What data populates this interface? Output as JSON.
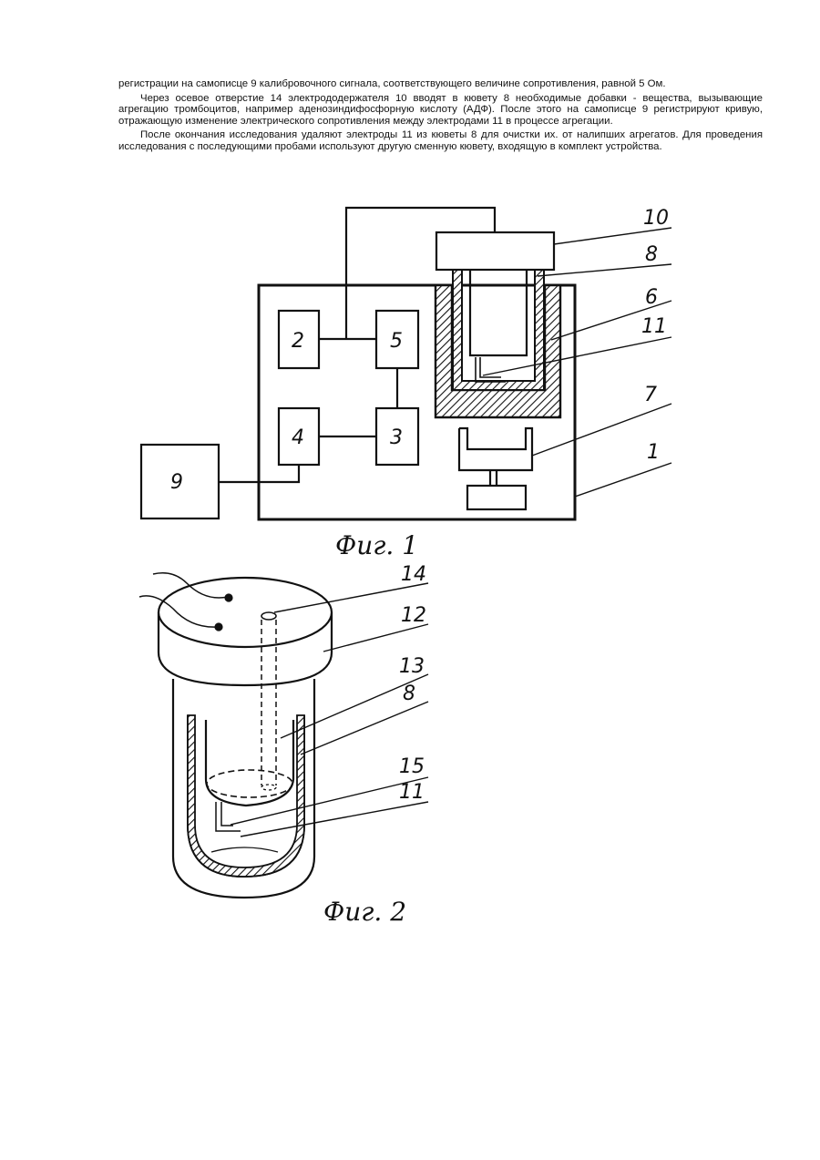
{
  "text": {
    "p1": "регистрации на самописце 9 калибровочного сигнала, соответствующего величине сопротивления, равной 5 Ом.",
    "p2": "Через осевое отверстие 14 электрододержателя 10 вводят в кювету 8 необходимые добавки - вещества, вызывающие агрегацию тромбоцитов, например аденозиндифосфорную кислоту (АДФ). После этого на самописце 9 регистрируют кривую, отражающую изменение электрического сопротивления между электродами 11 в процессе агрегации.",
    "p3": "После окончания исследования удаляют электроды 11 из кюветы 8 для очистки их. от налипших агрегатов. Для проведения исследования с последующими пробами используют другую сменную кювету, входящую в комплект устройства."
  },
  "fig1": {
    "caption": "Фиг. 1",
    "blocks": {
      "b2": "2",
      "b5": "5",
      "b4": "4",
      "b3": "3",
      "b9": "9"
    },
    "callouts": {
      "c10": "10",
      "c8": "8",
      "c6": "6",
      "c11": "11",
      "c7": "7",
      "c1": "1"
    }
  },
  "fig2": {
    "caption": "Фиг. 2",
    "callouts": {
      "c14": "14",
      "c12": "12",
      "c13": "13",
      "c8": "8",
      "c15": "15",
      "c11": "11"
    }
  }
}
